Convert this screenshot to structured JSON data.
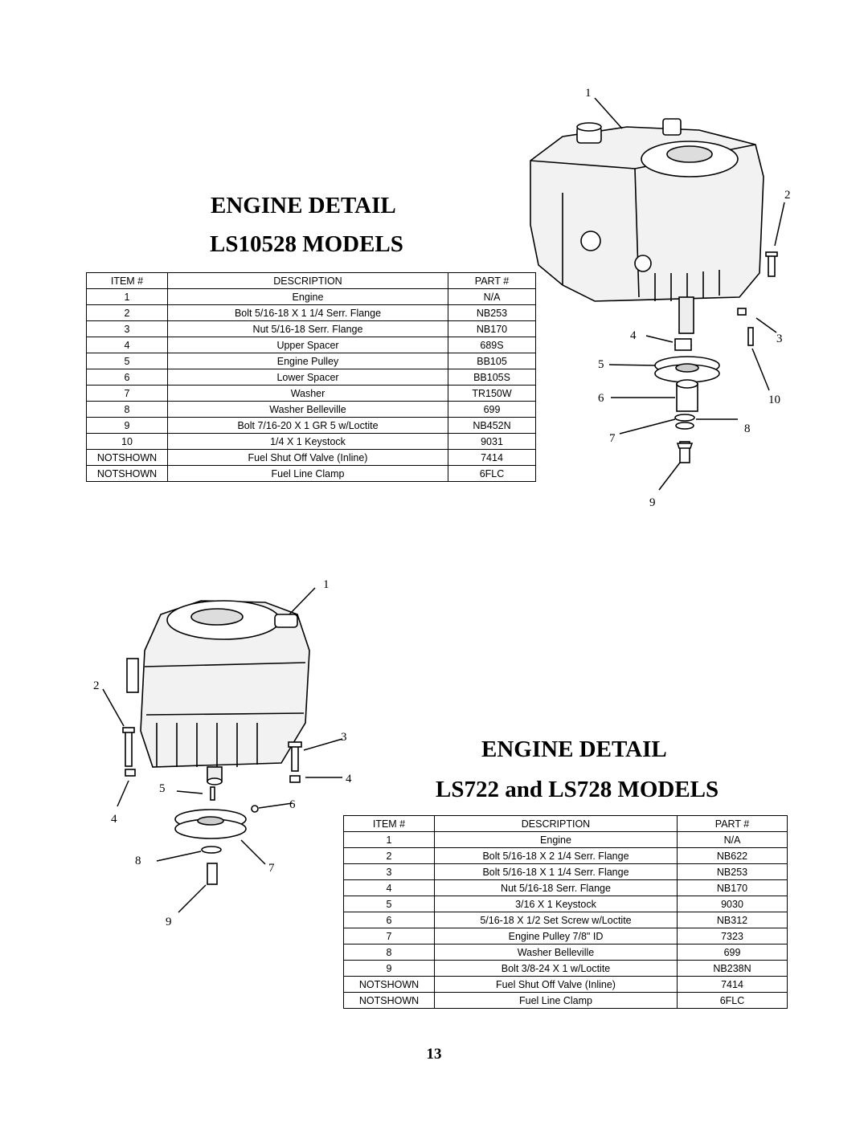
{
  "section1": {
    "title_line1": "ENGINE DETAIL",
    "title_line2": "LS10528 MODELS",
    "table": {
      "headers": [
        "ITEM #",
        "DESCRIPTION",
        "PART #"
      ],
      "rows": [
        [
          "1",
          "Engine",
          "N/A"
        ],
        [
          "2",
          "Bolt 5/16-18 X 1 1/4 Serr. Flange",
          "NB253"
        ],
        [
          "3",
          "Nut 5/16-18 Serr. Flange",
          "NB170"
        ],
        [
          "4",
          "Upper Spacer",
          "689S"
        ],
        [
          "5",
          "Engine Pulley",
          "BB105"
        ],
        [
          "6",
          "Lower Spacer",
          "BB105S"
        ],
        [
          "7",
          "Washer",
          "TR150W"
        ],
        [
          "8",
          "Washer Belleville",
          "699"
        ],
        [
          "9",
          "Bolt 7/16-20 X 1 GR 5 w/Loctite",
          "NB452N"
        ],
        [
          "10",
          "1/4 X 1 Keystock",
          "9031"
        ],
        [
          "NOTSHOWN",
          "Fuel Shut Off Valve (Inline)",
          "7414"
        ],
        [
          "NOTSHOWN",
          "Fuel Line Clamp",
          "6FLC"
        ]
      ]
    },
    "callouts": [
      "1",
      "2",
      "3",
      "4",
      "5",
      "6",
      "7",
      "8",
      "9",
      "10"
    ]
  },
  "section2": {
    "title_line1": "ENGINE DETAIL",
    "title_line2": "LS722 and LS728 MODELS",
    "table": {
      "headers": [
        "ITEM #",
        "DESCRIPTION",
        "PART #"
      ],
      "rows": [
        [
          "1",
          "Engine",
          "N/A"
        ],
        [
          "2",
          "Bolt 5/16-18 X 2 1/4 Serr. Flange",
          "NB622"
        ],
        [
          "3",
          "Bolt 5/16-18 X 1 1/4 Serr. Flange",
          "NB253"
        ],
        [
          "4",
          "Nut 5/16-18 Serr. Flange",
          "NB170"
        ],
        [
          "5",
          "3/16 X 1 Keystock",
          "9030"
        ],
        [
          "6",
          "5/16-18 X 1/2 Set Screw w/Loctite",
          "NB312"
        ],
        [
          "7",
          "Engine Pulley 7/8\" ID",
          "7323"
        ],
        [
          "8",
          "Washer Belleville",
          "699"
        ],
        [
          "9",
          "Bolt 3/8-24 X 1 w/Loctite",
          "NB238N"
        ],
        [
          "NOTSHOWN",
          "Fuel Shut Off Valve (Inline)",
          "7414"
        ],
        [
          "NOTSHOWN",
          "Fuel Line Clamp",
          "6FLC"
        ]
      ]
    },
    "callouts": [
      "1",
      "2",
      "3",
      "4",
      "5",
      "6",
      "7",
      "8",
      "9"
    ]
  },
  "page_number": "13"
}
